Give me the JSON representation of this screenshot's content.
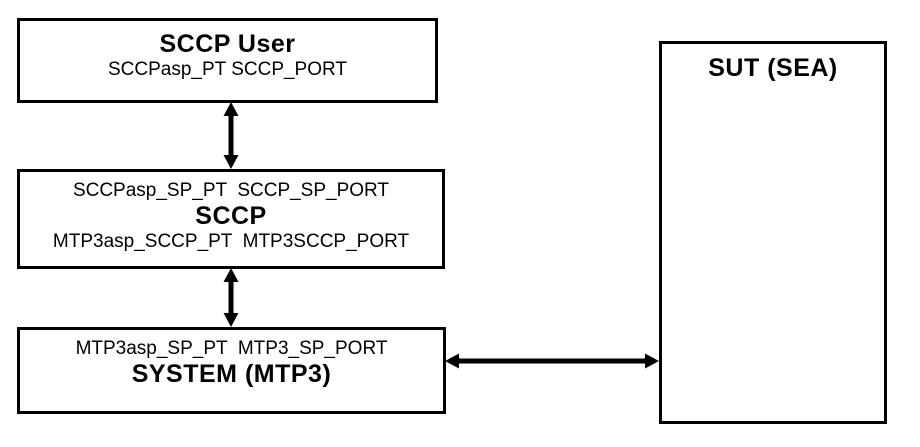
{
  "diagram": {
    "background_color": "#ffffff",
    "line_color": "#000000",
    "boxes": {
      "sccp_user": {
        "title": "SCCP User",
        "ports": "SCCPasp_PT SCCP_PORT"
      },
      "sccp": {
        "upper_ports": "SCCPasp_SP_PT  SCCP_SP_PORT",
        "title": "SCCP",
        "lower_ports": "MTP3asp_SCCP_PT  MTP3SCCP_PORT"
      },
      "system_mtp3": {
        "upper_ports": "MTP3asp_SP_PT  MTP3_SP_PORT",
        "title": "SYSTEM (MTP3)"
      },
      "sut": {
        "title": "SUT (SEA)"
      }
    },
    "connections": [
      {
        "from": "sccp_user",
        "to": "sccp",
        "direction": "bidirectional"
      },
      {
        "from": "sccp",
        "to": "system_mtp3",
        "direction": "bidirectional"
      },
      {
        "from": "system_mtp3",
        "to": "sut",
        "direction": "bidirectional"
      }
    ]
  }
}
